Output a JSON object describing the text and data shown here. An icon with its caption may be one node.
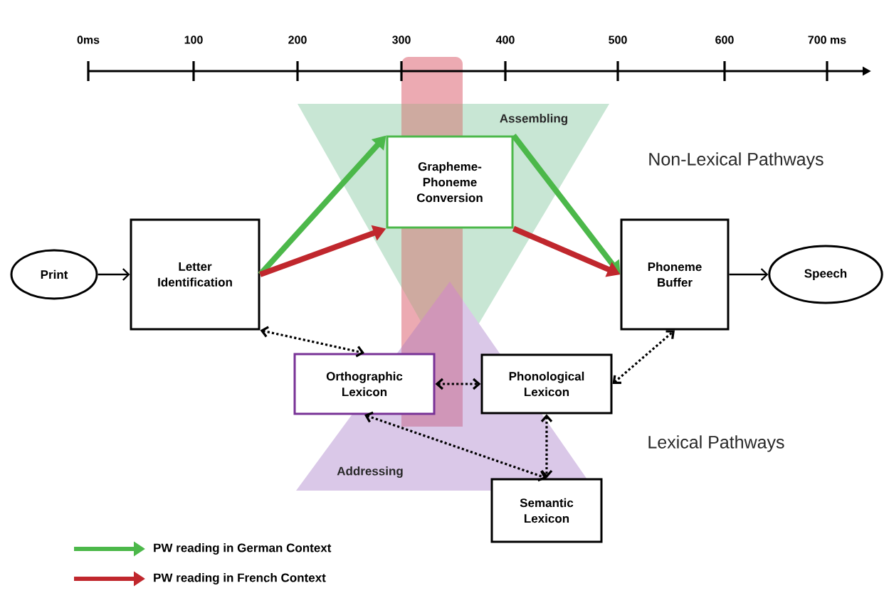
{
  "diagram": {
    "nodes": [
      {
        "text": [
          "Print"
        ]
      },
      {
        "text": [
          "Letter Identification"
        ]
      },
      {
        "text": [
          "Grapheme-Phoneme Conversion"
        ]
      },
      {
        "text": [
          "Phoneme Buffer"
        ]
      },
      {
        "text": [
          "Speech"
        ]
      },
      {
        "text": [
          "Orthographic Lexicon"
        ]
      },
      {
        "text": [
          "Phonological Lexicon"
        ]
      },
      {
        "text": [
          "Semantic Lexicon"
        ]
      }
    ],
    "edges": [
      {
        "from": 0,
        "to": 1,
        "arrow": "to"
      },
      {
        "from": 1,
        "to": 2,
        "arrow": "to",
        "style": "thick",
        "color": "#4cb84a"
      },
      {
        "from": 1,
        "to": 2,
        "arrow": "to",
        "style": "thick",
        "color": "#c0272d"
      },
      {
        "from": 2,
        "to": 3,
        "arrow": "to",
        "style": "thick",
        "color": "#4cb84a"
      },
      {
        "from": 2,
        "to": 3,
        "arrow": "to",
        "style": "thick",
        "color": "#c0272d"
      },
      {
        "from": 3,
        "to": 4,
        "arrow": "to"
      },
      {
        "from": 1,
        "to": 5,
        "arrow": "both",
        "style": "dashed"
      },
      {
        "from": 5,
        "to": 6,
        "arrow": "both",
        "style": "dashed"
      },
      {
        "from": 6,
        "to": 3,
        "arrow": "both",
        "style": "dashed"
      },
      {
        "from": 5,
        "to": 7,
        "arrow": "both",
        "style": "dashed"
      },
      {
        "from": 6,
        "to": 7,
        "arrow": "both",
        "style": "dashed"
      }
    ],
    "labels": [
      "0ms",
      "100",
      "200",
      "300",
      "400",
      "500",
      "600",
      "700 ms",
      "Assembling",
      "Non-Lexical Pathways",
      "Lexical Pathways",
      "Addressing"
    ],
    "legend": [
      {
        "text": "PW reading in German Context",
        "color": "#4cb84a"
      },
      {
        "text": "PW reading in French Context",
        "color": "#c0272d"
      }
    ]
  }
}
